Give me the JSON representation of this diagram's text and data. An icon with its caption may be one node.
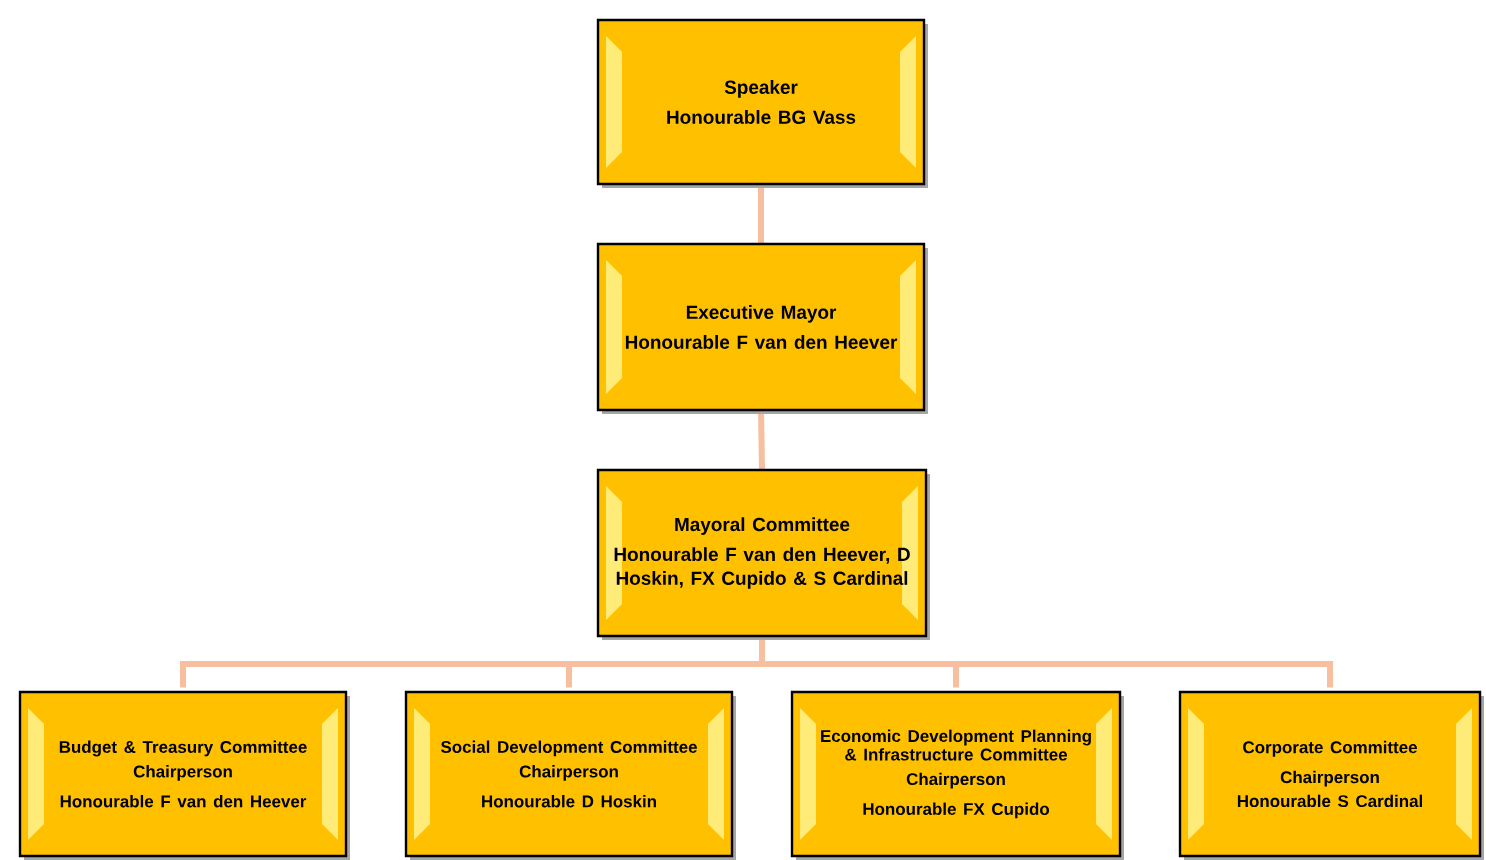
{
  "diagram": {
    "nodes": [
      {
        "text": [
          "Speaker",
          "Honourable  BG Vass"
        ]
      },
      {
        "text": [
          "Executive Mayor",
          "Honourable F van den Heever"
        ]
      },
      {
        "text": [
          "Mayoral Committee",
          "Honourable  F van den Heever, D Hoskin, FX Cupido & S Cardinal"
        ]
      },
      {
        "text": [
          "Budget & Treasury Committee",
          "Chairperson",
          "Honourable F van den Heever"
        ]
      },
      {
        "text": [
          "Social Development Committee",
          "Chairperson",
          "Honourable D Hoskin"
        ]
      },
      {
        "text": [
          "Economic Development Planning & Infrastructure Committee",
          "Chairperson",
          "Honourable FX Cupido"
        ]
      },
      {
        "text": [
          "Corporate Committee",
          "Chairperson Honourable S Cardinal"
        ]
      }
    ],
    "edges": [
      {
        "from": 0,
        "to": 1,
        "arrow": "none"
      },
      {
        "from": 1,
        "to": 2,
        "arrow": "none"
      },
      {
        "from": 2,
        "to": 3,
        "arrow": "none"
      },
      {
        "from": 2,
        "to": 4,
        "arrow": "none"
      },
      {
        "from": 2,
        "to": 5,
        "arrow": "none"
      },
      {
        "from": 2,
        "to": 6,
        "arrow": "none"
      }
    ]
  }
}
